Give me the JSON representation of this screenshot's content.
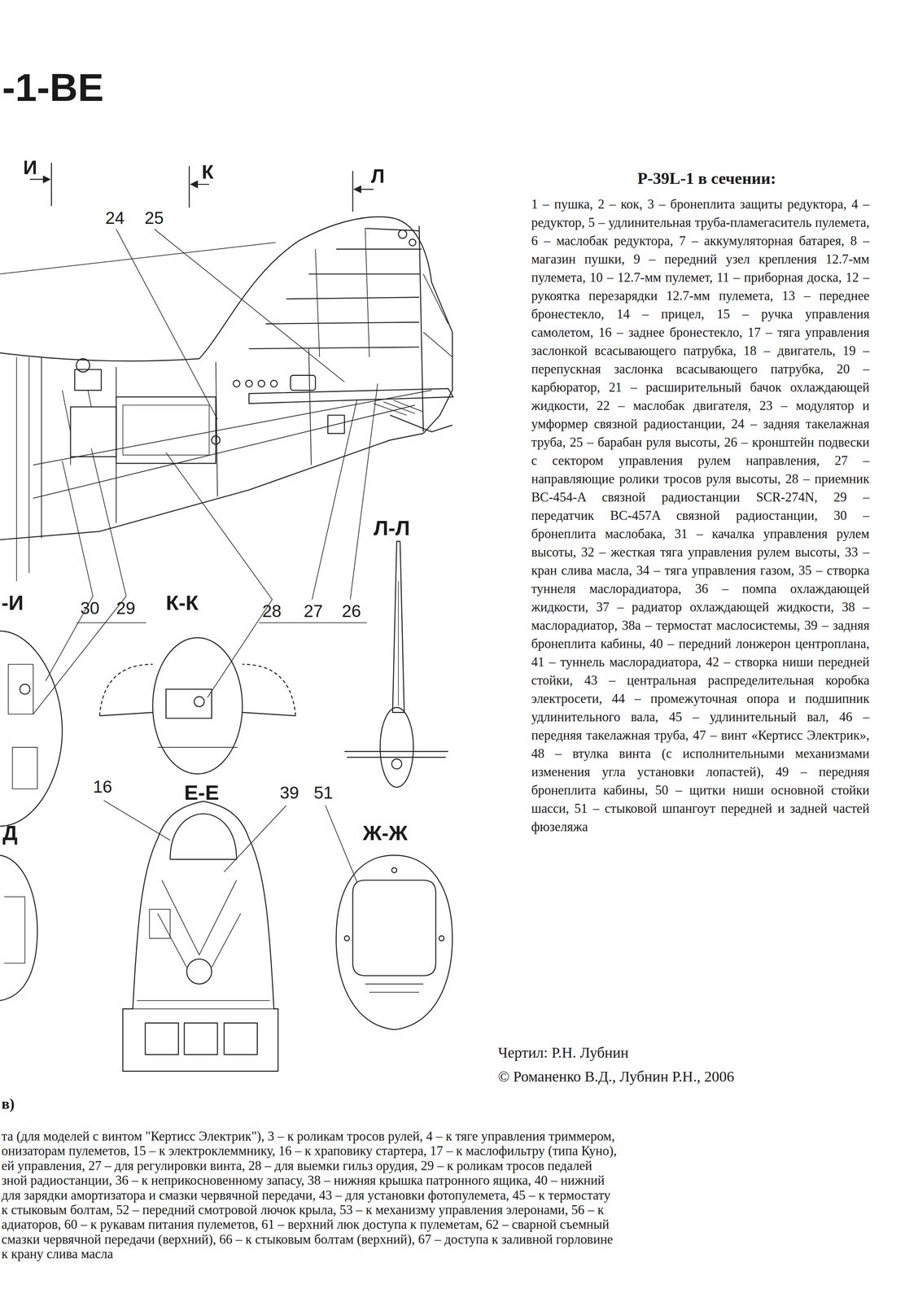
{
  "diagram": {
    "title": "-1-BE",
    "labels": [
      "И",
      "К",
      "Л",
      "24",
      "25",
      "Р-39L-1 в сечении:",
      "1 – пушка, 2 – кок, 3 – бронеплита защиты редуктора, 4 – редуктор, 5 – удлинительная труба-пламегаситель пулемета, 6 – маслобак редуктора, 7 – аккумуляторная батарея, 8 – магазин пушки, 9 – передний узел крепления 12.7-мм пулемета, 10 – 12.7-мм пулемет, 11 – приборная доска, 12 – рукоятка перезарядки 12.7-мм пулемета, 13 – переднее бронестекло, 14 – прицел, 15 – ручка управления самолетом, 16 – заднее бронестекло, 17 – тяга управления заслонкой всасывающего патрубка, 18 – двигатель, 19 – перепускная заслонка всасывающего патрубка, 20 – карбюратор, 21 – расширительный бачок охлаждающей жидкости, 22 – маслобак двигателя, 23 – модулятор и умформер связной радиостанции, 24 – задняя такелажная труба, 25 – барабан руля высоты, 26 – кронштейн подвески с сектором управления рулем направления, 27 – направляющие ролики тросов руля высоты, 28 – приемник BC-454-A связной радиостанции SCR-274N, 29 – передатчик BC-457A связной радиостанции, 30 – бронеплита маслобака, 31 – качалка управления рулем высоты, 32 – жесткая тяга управления рулем высоты, 33 – кран слива масла, 34 – тяга управления газом, 35 – створка туннеля маслорадиатора, 36 – помпа охлаждающей жидкости, 37 – радиатор охлаждающей жидкости, 38 – маслорадиатор, 38а – термостат маслосистемы, 39 – задняя бронеплита кабины, 40 – передний лонжерон центроплана, 41 – туннель маслорадиатора, 42 – створка ниши передней стойки, 43 – центральная распределительная коробка электросети, 44 – промежуточная опора и подшипник удлинительного вала, 45 – удлинительный вал, 46 – передняя такелажная труба, 47 – винт «Кертисс Электрик», 48 – втулка винта (с исполнительными механизмами изменения угла установки лопастей), 49 – передняя бронеплита кабины, 50 – щитки ниши основной стойки шасси, 51 – стыковой шпангоут передней и задней частей фюзеляжа",
      "Л-Л",
      "-И",
      "30",
      "29",
      "К-К",
      "28",
      "27",
      "26",
      "16",
      "Е-Е",
      "39",
      "51",
      "Ж-Ж",
      "Д",
      "Чертил: Р.Н. Лубнин",
      "© Романенко В.Д., Лубнин Р.Н., 2006",
      "в)",
      "та (для моделей с винтом \"Кертисс Электрик\"), 3 – к роликам тросов рулей, 4 – к тяге управления триммером,",
      "онизаторам пулеметов, 15 – к электроклеммнику, 16 – к храповику стартера, 17 – к маслофильтру (типа Куно),",
      "ей управления, 27 – для регулировки винта, 28 – для выемки гильз орудия, 29 – к роликам тросов педалей",
      "зной радиостанции, 36 – к неприкосновенному запасу, 38 – нижняя крышка патронного ящика, 40 – нижний",
      "для зарядки амортизатора и смазки червячной передачи, 43 – для установки фотопулемета, 45 – к термостату",
      "к стыковым болтам, 52 – передний смотровой лючок крыла, 53 – к механизму управления элеронами, 56 – к",
      "адиаторов, 60 – к рукавам питания пулеметов, 61 – верхний люк доступа к пулеметам, 62 – сварной съемный",
      "смазки червячной передачи (верхний), 66 – к стыковым болтам (верхний), 67 – доступа к заливной горловине",
      "к крану слива масла"
    ]
  }
}
